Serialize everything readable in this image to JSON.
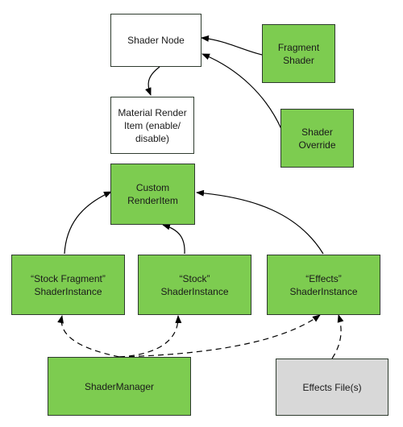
{
  "nodes": {
    "shader_node": {
      "label": "Shader Node"
    },
    "fragment_shader": {
      "label": "Fragment\nShader"
    },
    "shader_override": {
      "label": "Shader\nOverride"
    },
    "material_render_item": {
      "label": "Material Render\nItem (enable/\ndisable)"
    },
    "custom_render_item": {
      "label": "Custom\nRenderItem"
    },
    "stock_fragment_shader_instance": {
      "label": "“Stock Fragment”\nShaderInstance"
    },
    "stock_shader_instance": {
      "label": "“Stock”\nShaderInstance"
    },
    "effects_shader_instance": {
      "label": "“Effects”\nShaderInstance"
    },
    "shader_manager": {
      "label": "ShaderManager"
    },
    "effects_files": {
      "label": "Effects File(s)"
    }
  },
  "colors": {
    "green_fill": "#7dcc50",
    "gray_fill": "#d8d8d8",
    "white_fill": "#ffffff",
    "edge": "#000000"
  }
}
